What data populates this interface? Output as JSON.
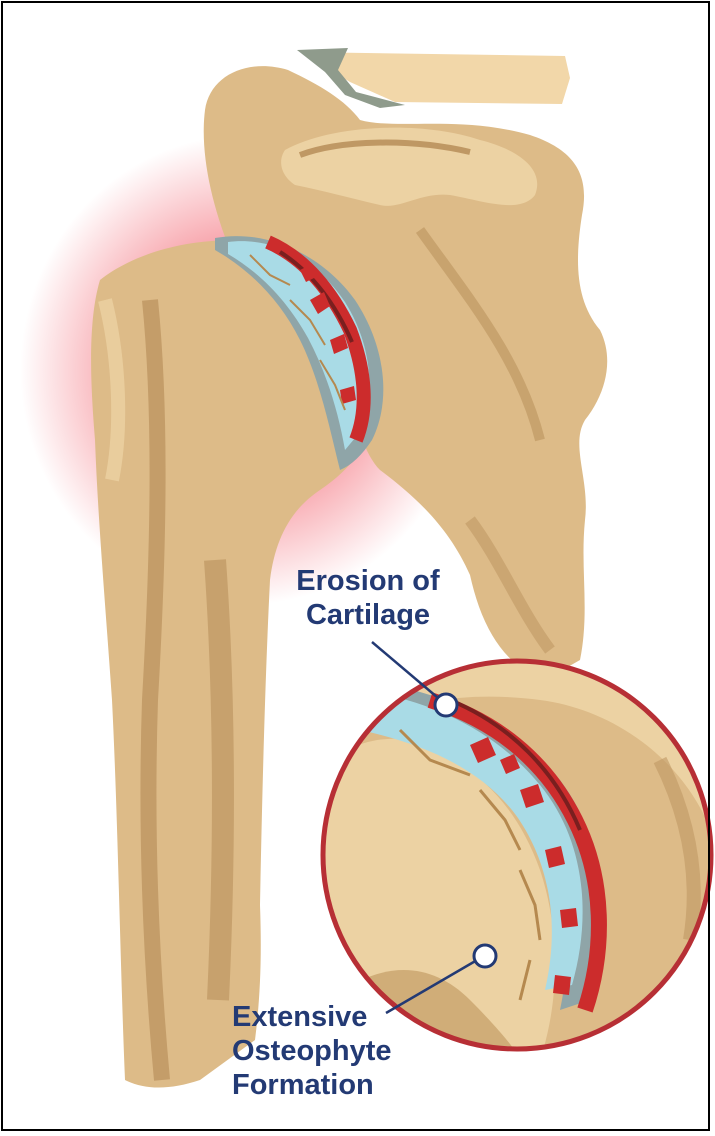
{
  "diagram": {
    "colors": {
      "bone": "#ddbb88",
      "bone_shadow": "#bf9864",
      "bone_highlight": "#ecd2a3",
      "cartilage": "#a9dbe6",
      "cartilage_border": "#8fa5a8",
      "erosion_red": "#cc2c2c",
      "inflammation": "#ef3a4a",
      "magnifier_ring": "#b72f35",
      "label_text": "#233a74",
      "clavicle_end": "#8f9b8c"
    },
    "labels": {
      "erosion": {
        "icon": "callout-dot-icon",
        "lines": [
          "Erosion of",
          "Cartilage"
        ]
      },
      "osteophyte": {
        "icon": "callout-dot-icon",
        "lines": [
          "Extensive",
          "Osteophyte",
          "Formation"
        ]
      }
    }
  }
}
